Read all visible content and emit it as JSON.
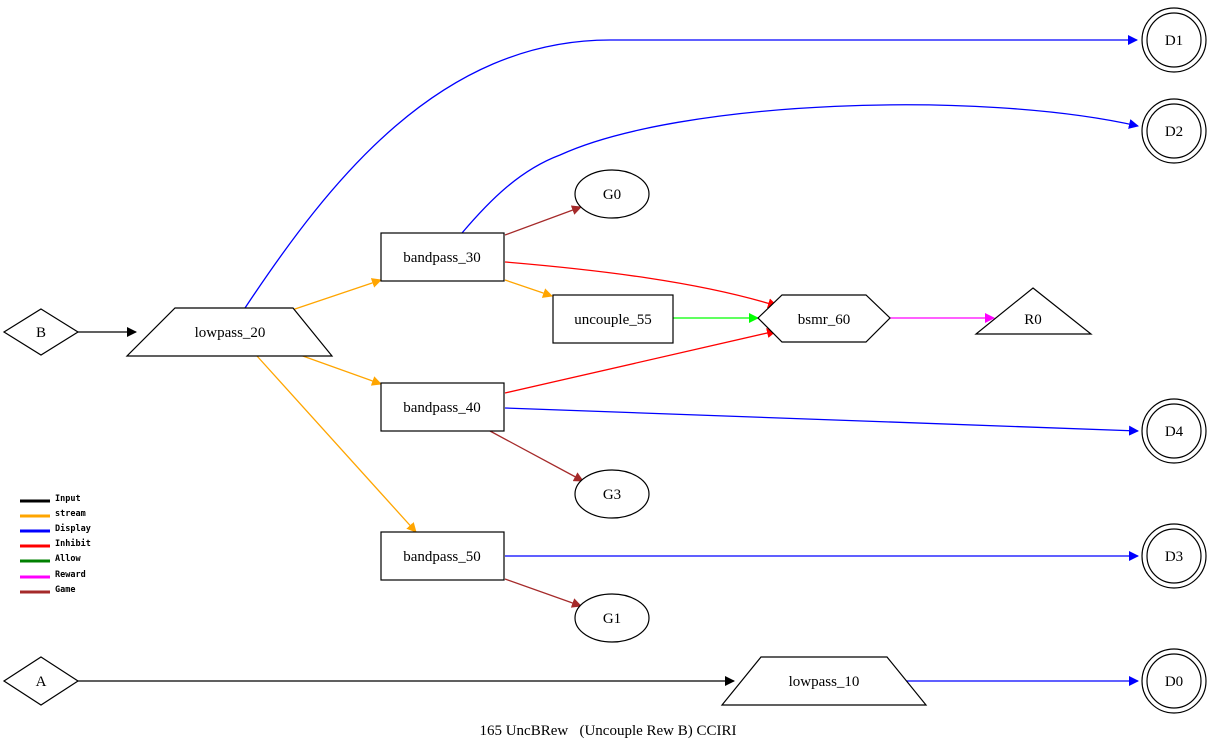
{
  "caption": "165 UncBRew   (Uncouple Rew B) CCIRI",
  "colors": {
    "Input": "#000000",
    "stream": "#ffa500",
    "Display": "#0000ff",
    "Inhibit": "#ff0000",
    "Allow": "#008000",
    "Reward": "#ff00ff",
    "Game": "#a52a2a",
    "green_edge": "#00ff00"
  },
  "legend": [
    {
      "label": "Input",
      "color": "#000000"
    },
    {
      "label": "stream",
      "color": "#ffa500"
    },
    {
      "label": "Display",
      "color": "#0000ff"
    },
    {
      "label": "Inhibit",
      "color": "#ff0000"
    },
    {
      "label": "Allow",
      "color": "#008000"
    },
    {
      "label": "Reward",
      "color": "#ff00ff"
    },
    {
      "label": "Game",
      "color": "#a52a2a"
    }
  ],
  "nodes": {
    "B": "B",
    "A": "A",
    "lowpass_20": "lowpass_20",
    "lowpass_10": "lowpass_10",
    "bandpass_30": "bandpass_30",
    "bandpass_40": "bandpass_40",
    "bandpass_50": "bandpass_50",
    "uncouple_55": "uncouple_55",
    "bsmr_60": "bsmr_60",
    "R0": "R0",
    "G0": "G0",
    "G1": "G1",
    "G3": "G3",
    "D0": "D0",
    "D1": "D1",
    "D2": "D2",
    "D3": "D3",
    "D4": "D4"
  },
  "edges": [
    {
      "from": "B",
      "to": "lowpass_20",
      "type": "Input"
    },
    {
      "from": "A",
      "to": "lowpass_10",
      "type": "Input"
    },
    {
      "from": "lowpass_20",
      "to": "D1",
      "type": "Display"
    },
    {
      "from": "lowpass_20",
      "to": "bandpass_30",
      "type": "stream"
    },
    {
      "from": "lowpass_20",
      "to": "bandpass_40",
      "type": "stream"
    },
    {
      "from": "lowpass_20",
      "to": "bandpass_50",
      "type": "stream"
    },
    {
      "from": "bandpass_30",
      "to": "D2",
      "type": "Display"
    },
    {
      "from": "bandpass_30",
      "to": "G0",
      "type": "Game"
    },
    {
      "from": "bandpass_30",
      "to": "bsmr_60",
      "type": "Inhibit"
    },
    {
      "from": "bandpass_30",
      "to": "uncouple_55",
      "type": "stream"
    },
    {
      "from": "uncouple_55",
      "to": "bsmr_60",
      "type": "green_edge"
    },
    {
      "from": "bandpass_40",
      "to": "bsmr_60",
      "type": "Inhibit"
    },
    {
      "from": "bandpass_40",
      "to": "D4",
      "type": "Display"
    },
    {
      "from": "bandpass_40",
      "to": "G3",
      "type": "Game"
    },
    {
      "from": "bsmr_60",
      "to": "R0",
      "type": "Reward"
    },
    {
      "from": "bandpass_50",
      "to": "D3",
      "type": "Display"
    },
    {
      "from": "bandpass_50",
      "to": "G1",
      "type": "Game"
    },
    {
      "from": "lowpass_10",
      "to": "D0",
      "type": "Display"
    }
  ]
}
